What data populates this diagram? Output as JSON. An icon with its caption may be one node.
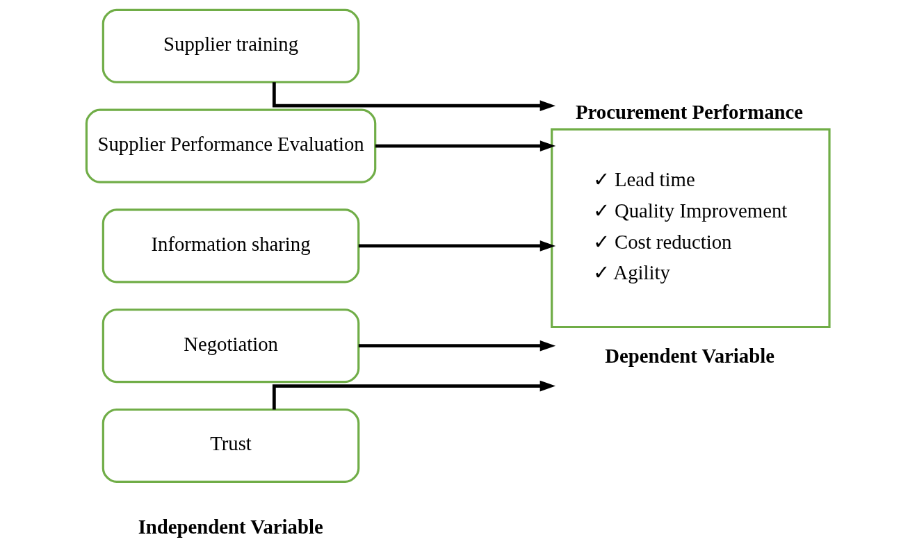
{
  "diagram": {
    "nodes": [
      {
        "text": [
          "Supplier training"
        ]
      },
      {
        "text": [
          "Supplier Performance Evaluation"
        ]
      },
      {
        "text": [
          "Information sharing"
        ]
      },
      {
        "text": [
          "Negotiation"
        ]
      },
      {
        "text": [
          "Trust"
        ]
      },
      {
        "text": [
          "Procurement Performance",
          "✓ Lead time",
          "✓ Quality Improvement",
          "✓ Cost reduction",
          "✓ Agility"
        ],
        "beside": [
          "Dependent Variable"
        ]
      }
    ],
    "edges": [
      {
        "from": 0,
        "to": 5,
        "arrow": "to"
      },
      {
        "from": 1,
        "to": 5,
        "arrow": "to"
      },
      {
        "from": 2,
        "to": 5,
        "arrow": "to"
      },
      {
        "from": 3,
        "to": 5,
        "arrow": "to"
      },
      {
        "from": 4,
        "to": 5,
        "arrow": "to"
      }
    ],
    "labels": [
      "Independent Variable"
    ]
  }
}
